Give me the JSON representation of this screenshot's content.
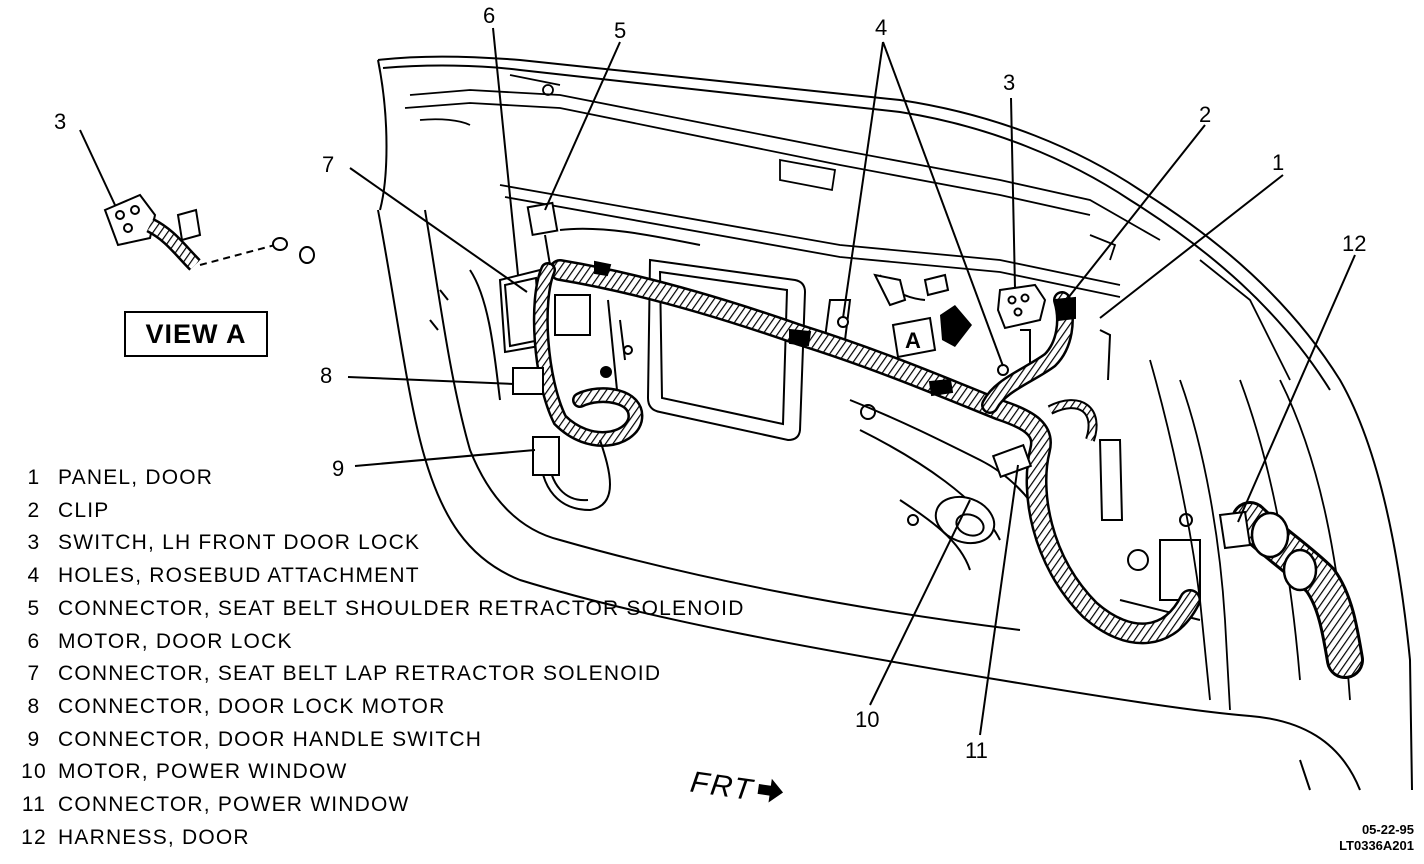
{
  "view_label": "VIEW A",
  "view_marker": "A",
  "direction_label": "FRT",
  "date_stamp": "05-22-95",
  "figure_code": "LT0336A201",
  "callout_labels": {
    "c1": "1",
    "c2": "2",
    "c3_left": "3",
    "c3_right": "3",
    "c4": "4",
    "c5": "5",
    "c6": "6",
    "c7": "7",
    "c8": "8",
    "c9": "9",
    "c10": "10",
    "c11": "11",
    "c12": "12"
  },
  "legend": [
    {
      "num": "1",
      "text": "PANEL, DOOR"
    },
    {
      "num": "2",
      "text": "CLIP"
    },
    {
      "num": "3",
      "text": "SWITCH, LH FRONT DOOR LOCK"
    },
    {
      "num": "4",
      "text": "HOLES, ROSEBUD ATTACHMENT"
    },
    {
      "num": "5",
      "text": "CONNECTOR, SEAT BELT SHOULDER RETRACTOR SOLENOID"
    },
    {
      "num": "6",
      "text": "MOTOR, DOOR LOCK"
    },
    {
      "num": "7",
      "text": "CONNECTOR, SEAT BELT LAP RETRACTOR SOLENOID"
    },
    {
      "num": "8",
      "text": "CONNECTOR, DOOR LOCK MOTOR"
    },
    {
      "num": "9",
      "text": "CONNECTOR, DOOR HANDLE SWITCH"
    },
    {
      "num": "10",
      "text": "MOTOR, POWER WINDOW"
    },
    {
      "num": "11",
      "text": "CONNECTOR, POWER WINDOW"
    },
    {
      "num": "12",
      "text": "HARNESS, DOOR"
    }
  ]
}
